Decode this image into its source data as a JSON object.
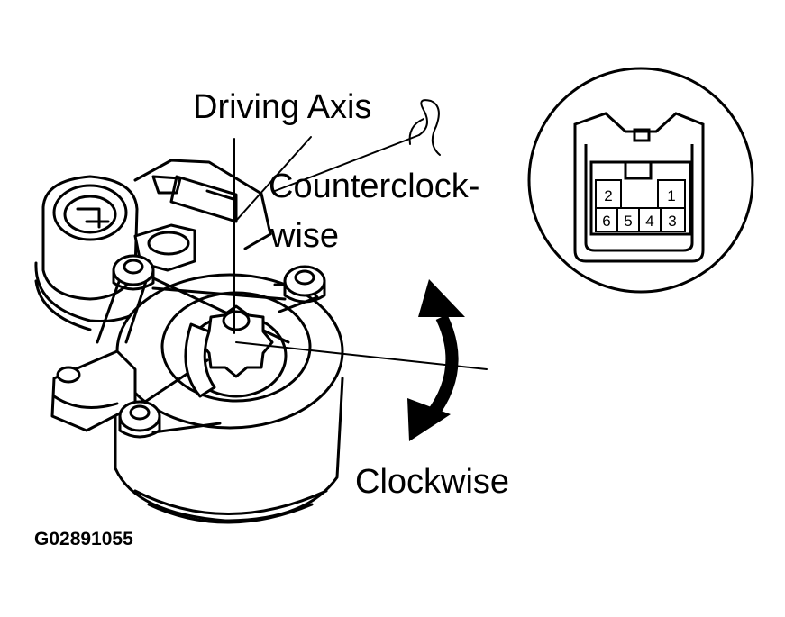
{
  "labels": {
    "driving_axis": "Driving Axis",
    "counterclockwise_line1": "Counterclock-",
    "counterclockwise_line2": "wise",
    "clockwise": "Clockwise",
    "figure_code": "G02891055"
  },
  "connector": {
    "pins_top": [
      "2",
      "1"
    ],
    "pins_bottom": [
      "6",
      "5",
      "4",
      "3"
    ]
  }
}
